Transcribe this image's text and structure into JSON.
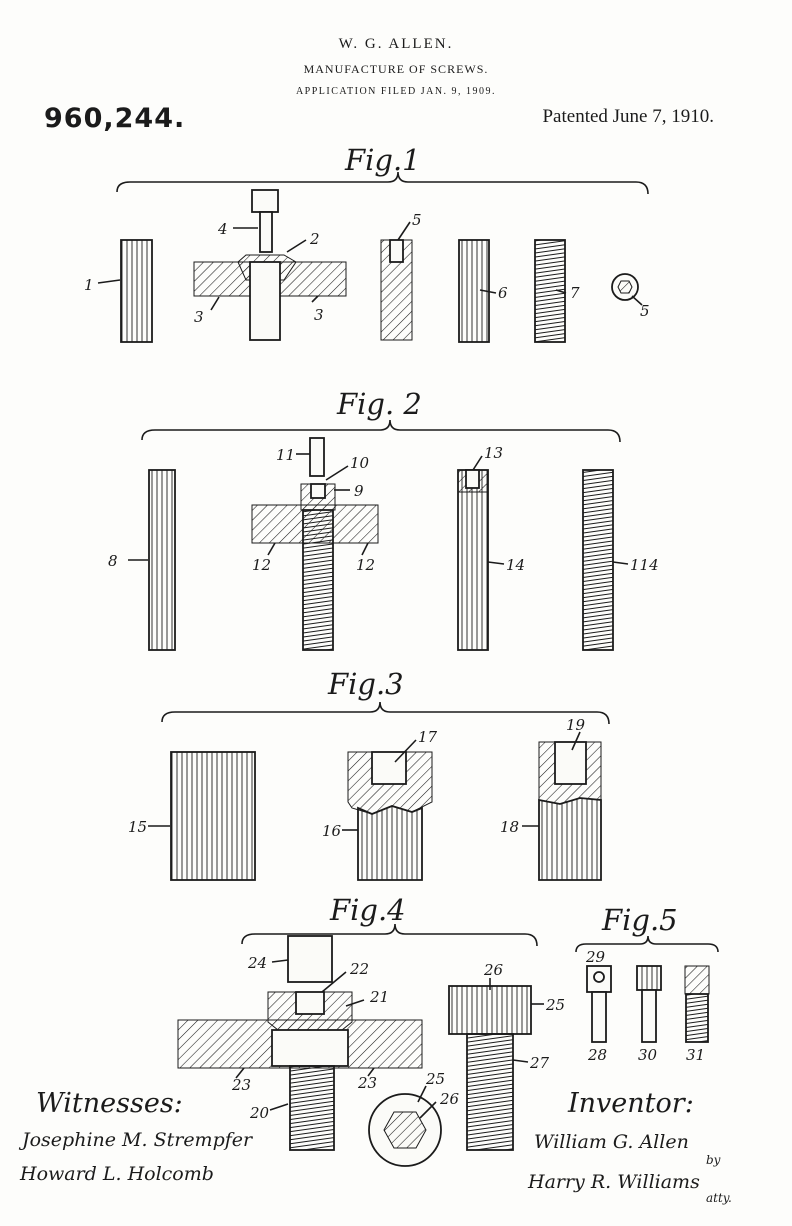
{
  "header": {
    "inventor": "W. G. ALLEN.",
    "title": "MANUFACTURE OF SCREWS.",
    "filed": "APPLICATION FILED JAN. 9, 1909.",
    "patent_number": "960,244.",
    "patented": "Patented June 7, 1910."
  },
  "figures": {
    "fig1": "Fig.1",
    "fig2": "Fig. 2",
    "fig3": "Fig.3",
    "fig4": "Fig.4",
    "fig5": "Fig.5"
  },
  "refs": {
    "r1": "1",
    "r2": "2",
    "r3a": "3",
    "r3b": "3",
    "r4": "4",
    "r5a": "5",
    "r5b": "5",
    "r6": "6",
    "r7": "7",
    "r8": "8",
    "r9": "9",
    "r10": "10",
    "r11": "11",
    "r12a": "12",
    "r12b": "12",
    "r13": "13",
    "r14": "14",
    "r114": "114",
    "r15": "15",
    "r16": "16",
    "r17": "17",
    "r18": "18",
    "r19": "19",
    "r20": "20",
    "r21": "21",
    "r22": "22",
    "r23a": "23",
    "r23b": "23",
    "r24": "24",
    "r25a": "25",
    "r25b": "25",
    "r26a": "26",
    "r26b": "26",
    "r27": "27",
    "r28": "28",
    "r29": "29",
    "r30": "30",
    "r31": "31"
  },
  "signatures": {
    "witnesses_label": "Witnesses:",
    "witness_1": "Josephine M. Strempfer",
    "witness_2": "Howard L. Holcomb",
    "inventor_label": "Inventor:",
    "inventor_signature": "William G. Allen",
    "by": "by",
    "attorney_signature": "Harry R. Williams",
    "attorney_suffix": "atty."
  },
  "colors": {
    "ink": "#1b1b1b",
    "paper": "#fdfdfb"
  }
}
